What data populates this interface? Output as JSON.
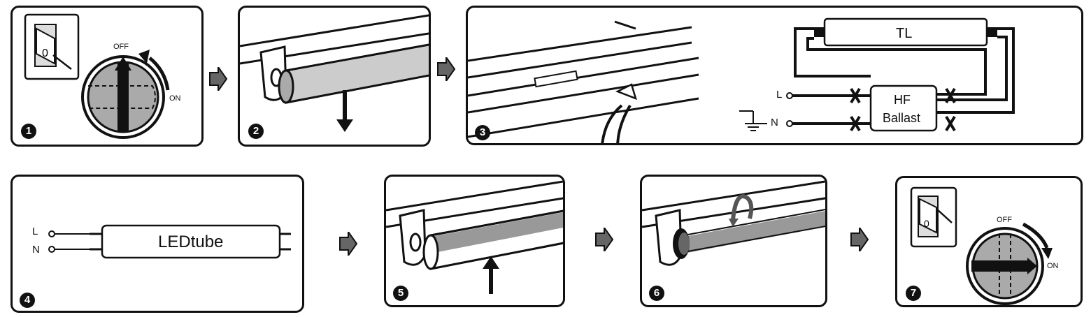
{
  "steps": [
    "1",
    "2",
    "3",
    "4",
    "5",
    "6",
    "7"
  ],
  "step1": {
    "off": "OFF",
    "on": "ON"
  },
  "step3": {
    "tl": "TL",
    "l": "L",
    "n": "N",
    "ballast_line1": "HF",
    "ballast_line2": "Ballast"
  },
  "step4": {
    "l": "L",
    "n": "N",
    "tube": "LEDtube"
  },
  "step7": {
    "off": "OFF",
    "on": "ON"
  }
}
